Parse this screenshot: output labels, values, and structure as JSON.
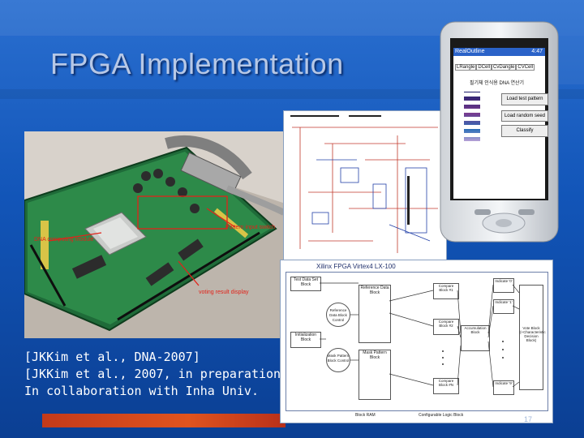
{
  "slide": {
    "title": "FPGA Implementation",
    "caption_lines": [
      "[JKKim et al., DNA-2007]",
      "[JKKim et al., 2007, in preparation]",
      "In collaboration with Inha Univ."
    ],
    "page_number": "17"
  },
  "photo": {
    "labels": {
      "dna_computing": "DNA computing module",
      "pattern_input": "Pattern input switch",
      "voting_result": "voting result display"
    }
  },
  "pda": {
    "app_title": "RealOutline",
    "time": "4:47",
    "tabs": [
      "LRangle",
      "DCell",
      "CvDangle",
      "CVCell"
    ],
    "korean_title": "필기체 인식용 DNA 연산기",
    "buttons": [
      "Load test pattern",
      "Load random seed",
      "Classify"
    ]
  },
  "block_diagram": {
    "title": "Xilinx FPGA Virtex4 LX-100",
    "blocks": {
      "test_data_set": "Test Data Set Block",
      "initialization": "Initialization Block",
      "ref_control": "Reference Data Block Control",
      "ref_data": "Reference Data Block",
      "mask_control": "Mask Pattern Block Control",
      "mask_data": "Mask Pattern Block",
      "compare0": "Compare Block #1",
      "compare1": "Compare Block #2",
      "compare_n": "Compare Block #N",
      "accumulation": "Accumulation Block",
      "indicate0": "Indicate '0'",
      "indicate1": "Indicate '1'",
      "indicate9": "Indicate '9'",
      "vote": "Vote Block (+Characteristic Decision Block)"
    },
    "footer_left": "Block RAM",
    "footer_right": "Configurable Logic Block"
  },
  "colors": {
    "background": "#1559c0",
    "title": "#b7c8e6",
    "accent_bar": "#d9471c"
  }
}
